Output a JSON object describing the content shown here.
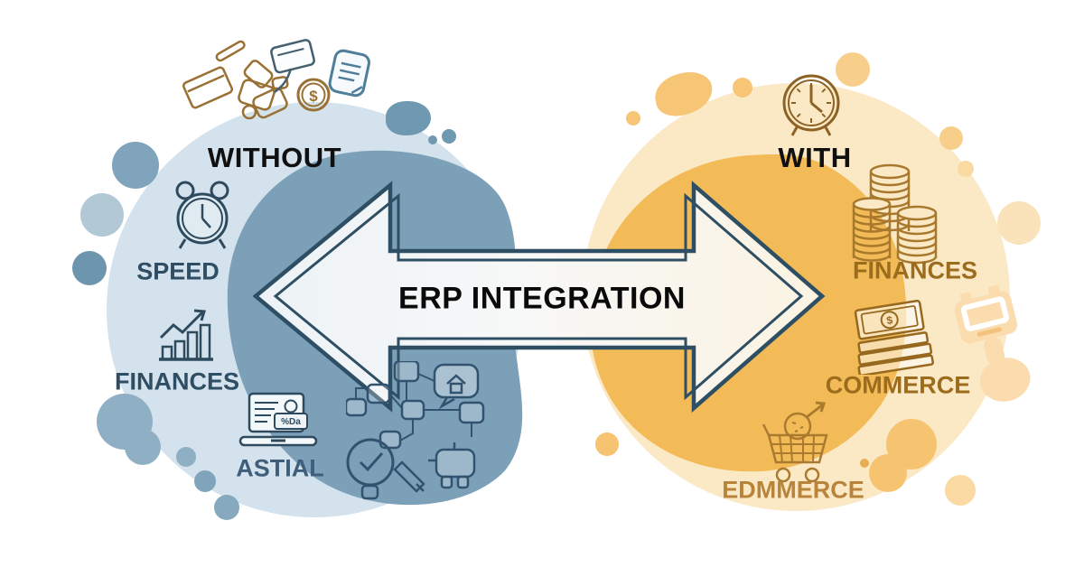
{
  "infographic": {
    "arrow_label": "ERP INTEGRATION"
  },
  "left_panel": {
    "heading": "WITHOUT",
    "items": [
      {
        "label": "SPEED",
        "icon": "alarm-clock-icon"
      },
      {
        "label": "FINANCES",
        "icon": "growth-chart-icon"
      },
      {
        "label": "ASTIAL",
        "icon": "laptop-report-icon",
        "badge": "%Da"
      }
    ],
    "decor_icons": [
      "pen-icon",
      "credit-card-icon",
      "broken-parts-icon",
      "card-reader-icon",
      "dollar-coin-icon",
      "notepad-icon",
      "workflow-chaos-icon"
    ]
  },
  "right_panel": {
    "heading": "WITH",
    "items": [
      {
        "label": "FINANCES",
        "icon": "coin-stacks-icon"
      },
      {
        "label": "COMMERCE",
        "icon": "cash-stack-icon"
      },
      {
        "label": "EDMMERCE",
        "icon": "shopping-cart-icon"
      }
    ],
    "decor_icons": [
      "wall-clock-icon",
      "pos-terminal-icon"
    ]
  },
  "glyphs": {
    "dollar": "$"
  },
  "colors": {
    "left_circle": "#D3E2EC",
    "left_blob": "#7DA0B9",
    "left_text": "#2F4D63",
    "right_circle": "#FBE9C6",
    "right_blob": "#F2BB58",
    "right_text": "#9C6C1D",
    "arrow_outline": "#2E4F63",
    "heading_text": "#101010"
  }
}
